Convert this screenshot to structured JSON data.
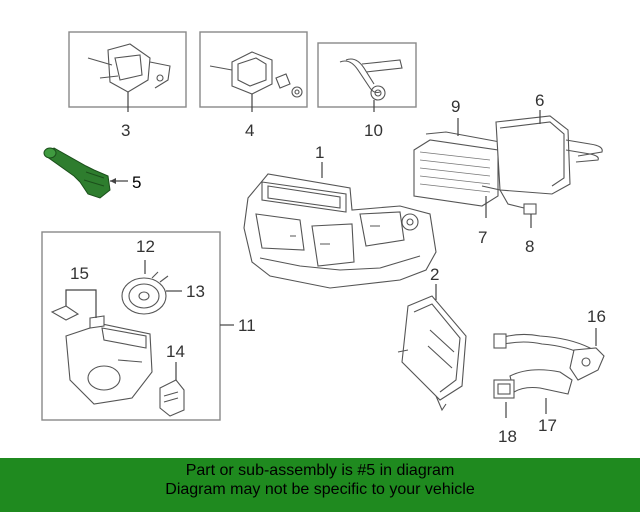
{
  "callouts": {
    "c1": "1",
    "c2": "2",
    "c3": "3",
    "c4": "4",
    "c5": "5",
    "c6": "6",
    "c7": "7",
    "c8": "8",
    "c9": "9",
    "c10": "10",
    "c11": "11",
    "c12": "12",
    "c13": "13",
    "c14": "14",
    "c15": "15",
    "c16": "16",
    "c17": "17",
    "c18": "18"
  },
  "highlight_color": "#2e7d2e",
  "footer": {
    "line1": "Part or sub-assembly is #5 in diagram",
    "line2": "Diagram may not be specific to your vehicle",
    "background": "#1f8a1f"
  }
}
